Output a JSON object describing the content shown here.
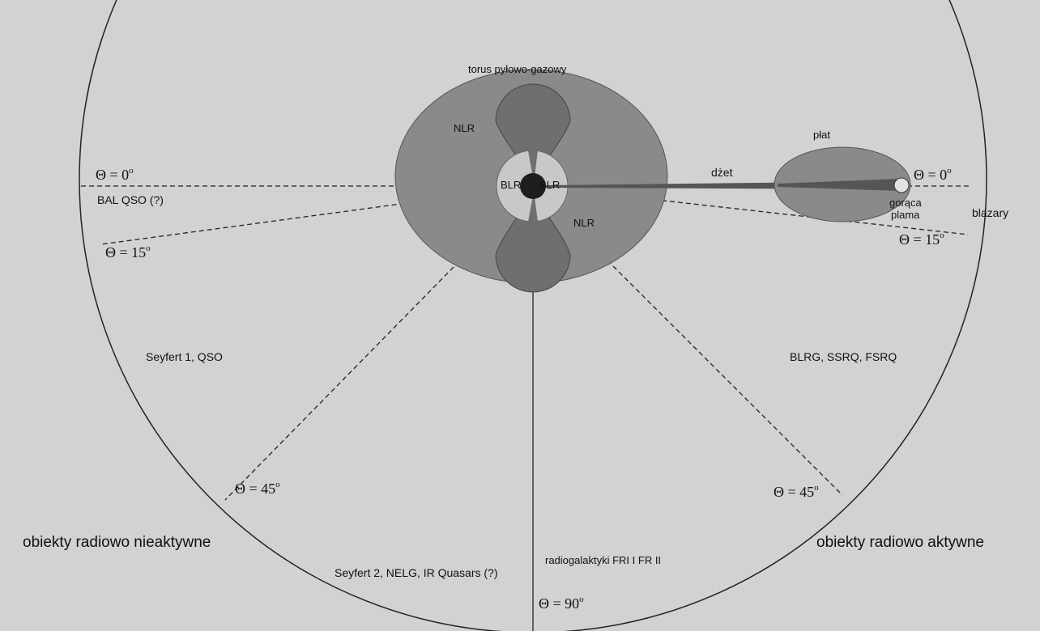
{
  "diagram": {
    "structures": {
      "torus": "torus pyłowo-gazowy",
      "nlr_left": "NLR",
      "nlr_right": "NLR",
      "blr_left": "BLR",
      "blr_right": "BLR",
      "jet": "dżet",
      "lobe": "płat",
      "hotspot_line1": "gorąca",
      "hotspot_line2": "plama"
    },
    "angles": {
      "theta0_left": "Θ = 0",
      "theta0_right": "Θ = 0",
      "theta15_left": "Θ = 15",
      "theta15_right": "Θ = 15",
      "theta45_left": "Θ = 45",
      "theta45_right": "Θ = 45",
      "theta90": "Θ = 90",
      "degree": "o"
    },
    "classes": {
      "bal_qso": "BAL QSO (?)",
      "blazary": "blazary",
      "seyfert1": "Seyfert 1, QSO",
      "blrg": "BLRG, SSRQ, FSRQ",
      "seyfert2": "Seyfert 2, NELG, IR Quasars (?)",
      "radiogalaxies": "radiogalaktyki FRI I FR II"
    },
    "regions": {
      "radio_quiet": "obiekty radiowo nieaktywne",
      "radio_loud": "obiekty radiowo aktywne"
    },
    "colors": {
      "background": "#d2d2d2",
      "nlr": "#8a8a8a",
      "torus": "#6f6f6f",
      "blr": "#c8c8c8",
      "core": "#1e1e1e",
      "jet": "#555555"
    }
  }
}
